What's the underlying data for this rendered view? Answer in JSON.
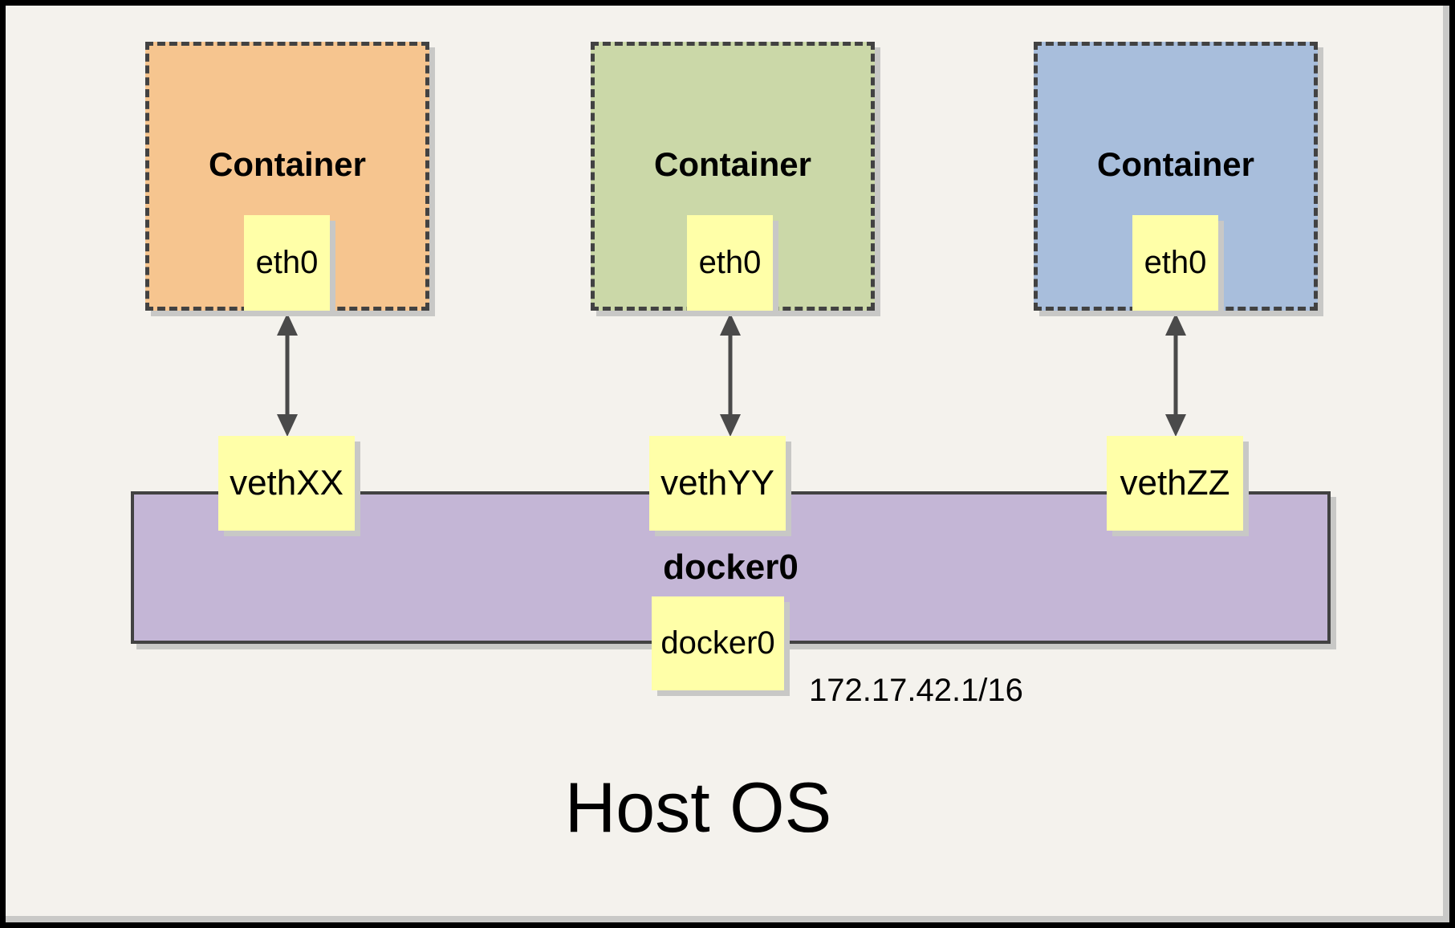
{
  "host": {
    "label": "Host OS"
  },
  "bridge": {
    "label": "docker0",
    "interface_label": "docker0",
    "ip": "172.17.42.1/16",
    "fill": "#C4B6D6"
  },
  "containers": [
    {
      "label": "Container",
      "interface_label": "eth0",
      "veth_label": "vethXX",
      "fill": "#F6C58F"
    },
    {
      "label": "Container",
      "interface_label": "eth0",
      "veth_label": "vethYY",
      "fill": "#CBD8A8"
    },
    {
      "label": "Container",
      "interface_label": "eth0",
      "veth_label": "vethZZ",
      "fill": "#A8BEDC"
    }
  ],
  "colors": {
    "note_fill": "#FFFFA8",
    "shadow": "#C8C8C6",
    "line": "#4A4A4A",
    "dashed_border": "#424242",
    "background": "#F4F2ED",
    "frame_border": "#000000"
  }
}
